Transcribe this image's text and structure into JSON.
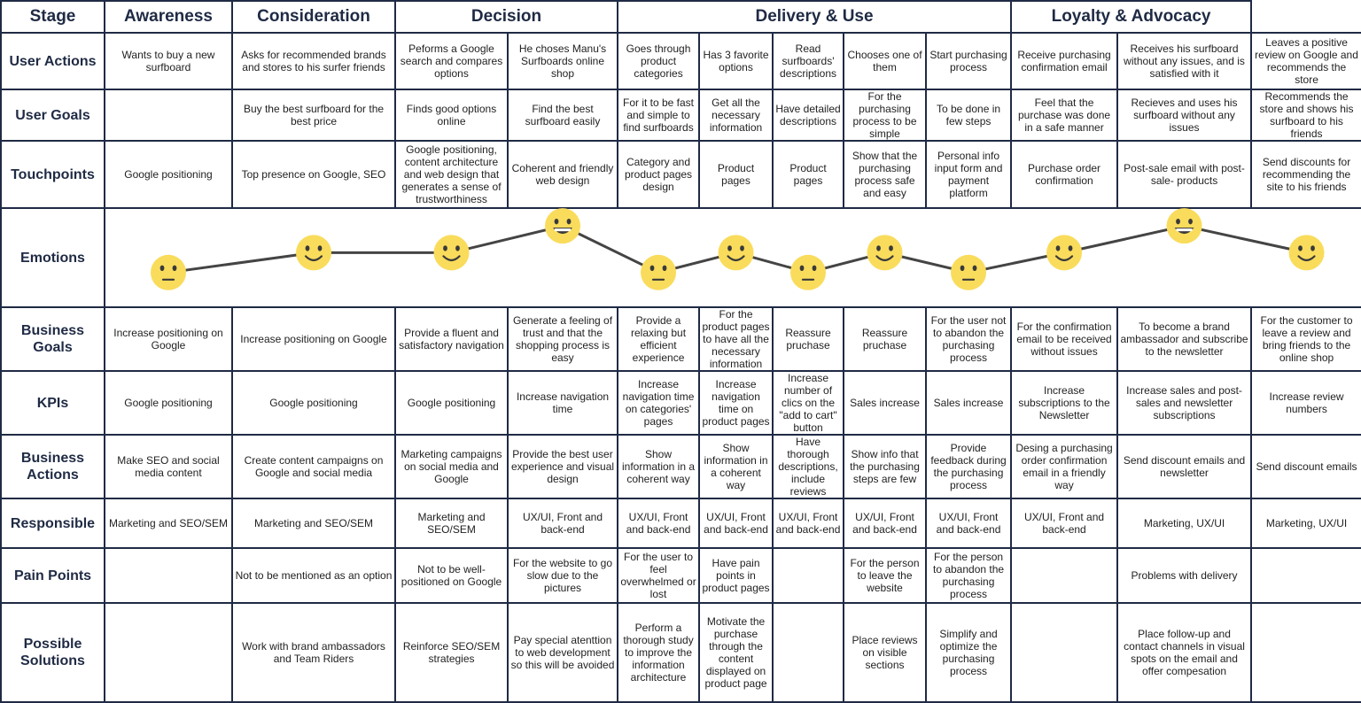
{
  "header": {
    "stage_label": "Stage",
    "phases": [
      {
        "name": "Awareness",
        "span": 1
      },
      {
        "name": "Consideration",
        "span": 1
      },
      {
        "name": "Decision",
        "span": 2
      },
      {
        "name": "Delivery & Use",
        "span": 5
      },
      {
        "name": "Loyalty & Advocacy",
        "span": 2
      }
    ]
  },
  "rows": [
    {
      "label": "User Actions",
      "cells": [
        "Wants to buy a new surfboard",
        "Asks for recommended brands and stores to his surfer friends",
        "Peforms a Google search and compares options",
        "He choses Manu's Surfboards online shop",
        "Goes through product categories",
        "Has 3 favorite options",
        "Read surfboards' descriptions",
        "Chooses one of them",
        "Start purchasing process",
        "Receive purchasing confirmation email",
        "Receives his surfboard without any issues, and is satisfied with it",
        "Leaves a positive review on Google and recommends the store"
      ]
    },
    {
      "label": "User Goals",
      "cells": [
        "",
        "Buy the best surfboard for the best price",
        "Finds good options online",
        "Find the best surfboard easily",
        "For it to be fast and simple to find surfboards",
        "Get all the necessary information",
        "Have detailed descriptions",
        "For the purchasing process to be simple",
        "To be done in few steps",
        "Feel that the purchase was done in a safe manner",
        "Recieves and uses his surfboard without any issues",
        "Recommends the store and shows his surfboard to his friends"
      ]
    },
    {
      "label": "Touchpoints",
      "cells": [
        "Google positioning",
        "Top presence on Google, SEO",
        "Google positioning, content architecture and web design that generates a sense of trustworthiness",
        "Coherent and friendly web design",
        "Category and product pages design",
        "Product pages",
        "Product pages",
        "Show that the purchasing process safe and easy",
        "Personal info input form and payment platform",
        "Purchase order confirmation",
        "Post-sale email with post-sale- products",
        "Send discounts for recommending the site to his friends"
      ]
    },
    {
      "label": "Emotions",
      "emotion_row": true
    },
    {
      "label": "Business Goals",
      "cells": [
        "Increase positioning on Google",
        "Increase positioning on Google",
        "Provide a fluent and satisfactory navigation",
        "Generate a feeling of trust and that the shopping process is easy",
        "Provide a relaxing but efficient experience",
        "For the product pages to have all the necessary information",
        "Reassure pruchase",
        "Reassure pruchase",
        "For the user not to abandon the purchasing process",
        "For the confirmation email to be received without issues",
        "To become a brand ambassador and subscribe to the newsletter",
        "For the customer to leave a review and bring friends to the online shop"
      ]
    },
    {
      "label": "KPIs",
      "cells": [
        "Google positioning",
        "Google positioning",
        "Google positioning",
        "Increase navigation time",
        "Increase navigation time on categories' pages",
        "Increase navigation time on product pages",
        "Increase number of clics on the \"add to cart\" button",
        "Sales increase",
        "Sales increase",
        "Increase subscriptions to the Newsletter",
        "Increase sales and post-sales and newsletter subscriptions",
        "Increase review numbers"
      ]
    },
    {
      "label": "Business Actions",
      "cells": [
        "Make SEO and social media content",
        "Create content campaigns on Google and social media",
        "Marketing campaigns on social media and Google",
        "Provide the best user experience and visual design",
        "Show information in a coherent way",
        "Show information in a coherent way",
        "Have thorough descriptions, include reviews",
        "Show info that the purchasing steps are few",
        "Provide feedback during the purchasing process",
        "Desing a purchasing order confirmation email in a friendly way",
        "Send discount emails and newsletter",
        "Send discount emails"
      ]
    },
    {
      "label": "Responsible",
      "cells": [
        "Marketing and SEO/SEM",
        "Marketing and SEO/SEM",
        "Marketing and SEO/SEM",
        "UX/UI, Front and back-end",
        "UX/UI, Front and back-end",
        "UX/UI, Front and back-end",
        "UX/UI, Front and back-end",
        "UX/UI, Front and back-end",
        "UX/UI, Front and back-end",
        "UX/UI, Front and back-end",
        "Marketing, UX/UI",
        "Marketing, UX/UI"
      ]
    },
    {
      "label": "Pain Points",
      "cells": [
        "",
        "Not to be mentioned as an option",
        "Not to be well-positioned on Google",
        "For the website to go slow due to the pictures",
        "For the user to feel overwhelmed or lost",
        "Have pain points in product pages",
        "",
        "For the person to leave the website",
        "For the person to abandon the purchasing process",
        "",
        "Problems with delivery",
        ""
      ]
    },
    {
      "label": "Possible Solutions",
      "cells": [
        "",
        "Work with brand ambassadors and Team Riders",
        "Reinforce SEO/SEM strategies",
        "Pay special atenttion to web development so this will be avoided",
        "Perform a thorough study to improve the information architecture",
        "Motivate the purchase through the content displayed on product page",
        "",
        "Place reviews on visible sections",
        "Simplify and optimize the purchasing process",
        "",
        "Place follow-up and contact channels in visual spots on the email and offer compesation",
        ""
      ]
    }
  ],
  "emotions": [
    {
      "mood": "neutral"
    },
    {
      "mood": "happy"
    },
    {
      "mood": "happy"
    },
    {
      "mood": "very-happy"
    },
    {
      "mood": "neutral"
    },
    {
      "mood": "happy"
    },
    {
      "mood": "neutral"
    },
    {
      "mood": "happy"
    },
    {
      "mood": "neutral"
    },
    {
      "mood": "happy"
    },
    {
      "mood": "very-happy"
    },
    {
      "mood": "happy"
    }
  ],
  "colors": {
    "border": "#1f2a44",
    "heading": "#1f2a44",
    "face": "#f9dc5c",
    "face_feature": "#3a3a3a",
    "line": "#444444"
  },
  "icons": {
    "emotion_face": "smiley-face-icon"
  }
}
